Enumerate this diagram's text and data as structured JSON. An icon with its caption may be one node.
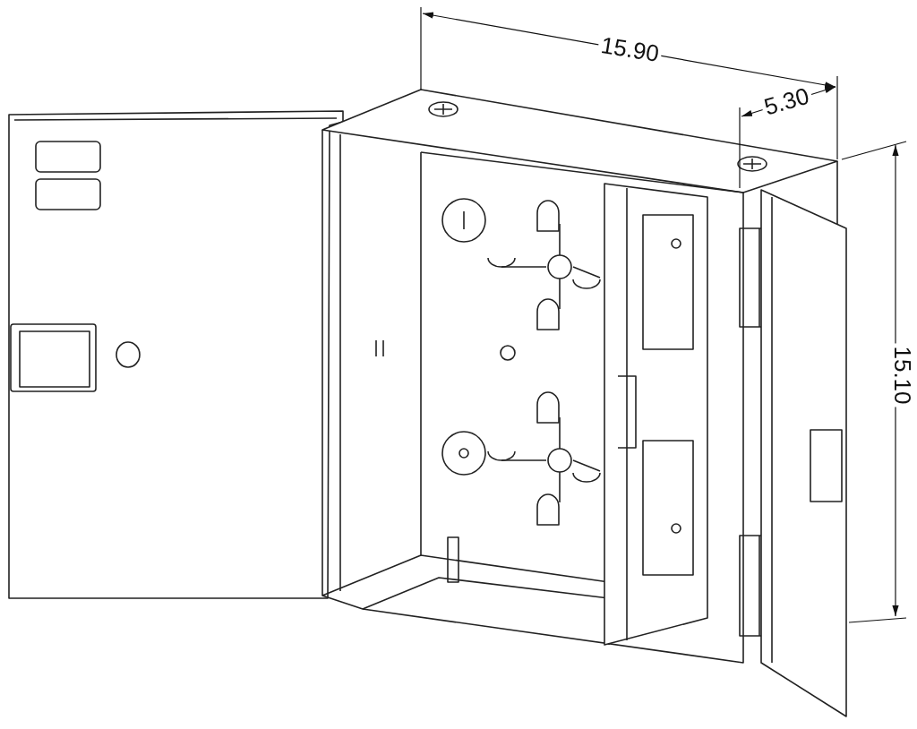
{
  "diagram": {
    "labels": [
      "15.90",
      "5.30",
      "15.10"
    ]
  }
}
